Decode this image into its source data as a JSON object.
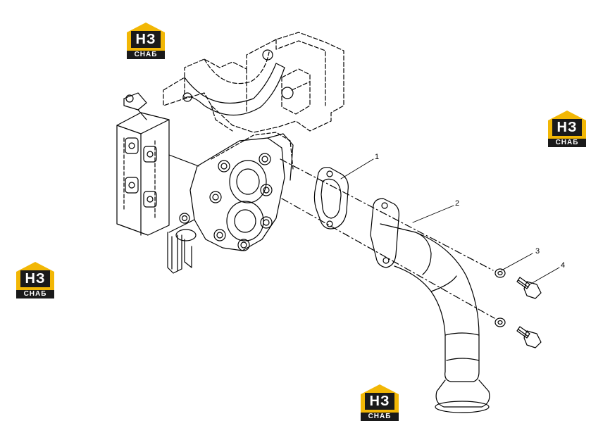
{
  "logo": {
    "mark": "НЗ",
    "caption": "СНАБ",
    "brand_color": "#f2b705",
    "dark_color": "#1a1a1a"
  },
  "callouts": [
    "1",
    "2",
    "3",
    "4"
  ],
  "icons": [
    "watermark-logo-icon"
  ]
}
